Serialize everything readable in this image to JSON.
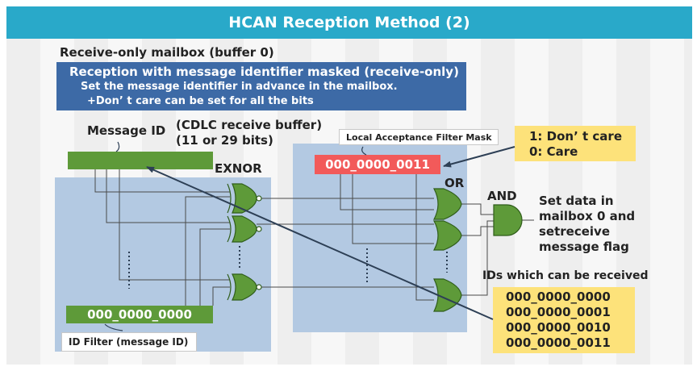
{
  "title": "HCAN Reception Method (2)",
  "mailbox_heading": "Receive-only mailbox (buffer 0)",
  "info_box": {
    "line1": "Reception with message identifier masked (receive-only)",
    "line2": "Set the message identifier in advance in the mailbox.",
    "line3": "+Don’ t care can be set for all the bits"
  },
  "message_id": {
    "label": "Message ID",
    "buffer_line1": "(CDLC receive buffer)",
    "buffer_line2": "(11 or 29 bits)"
  },
  "id_filter": {
    "value": "000_0000_0000",
    "label": "ID Filter (message ID)"
  },
  "mask": {
    "label": "Local Acceptance Filter Mask",
    "value": "000_0000_0011"
  },
  "legend": {
    "line1": "1: Don’ t care",
    "line2": "0: Care"
  },
  "gates": {
    "exnor": "EXNOR",
    "or": "OR",
    "and": "AND"
  },
  "result": {
    "line1": "Set data in",
    "line2": "mailbox 0 and",
    "line3": "setreceive",
    "line4": "message flag"
  },
  "receivable": {
    "heading": "IDs which can be received",
    "ids": [
      "000_0000_0000",
      "000_0000_0001",
      "000_0000_0010",
      "000_0000_0011"
    ]
  },
  "colors": {
    "title_bar": "#29a9c9",
    "info_box": "#3d6aa6",
    "panel": "#b3c9e2",
    "gate_green": "#5e9a39",
    "mask_red": "#f25a5a",
    "note_yellow": "#fde27a"
  }
}
